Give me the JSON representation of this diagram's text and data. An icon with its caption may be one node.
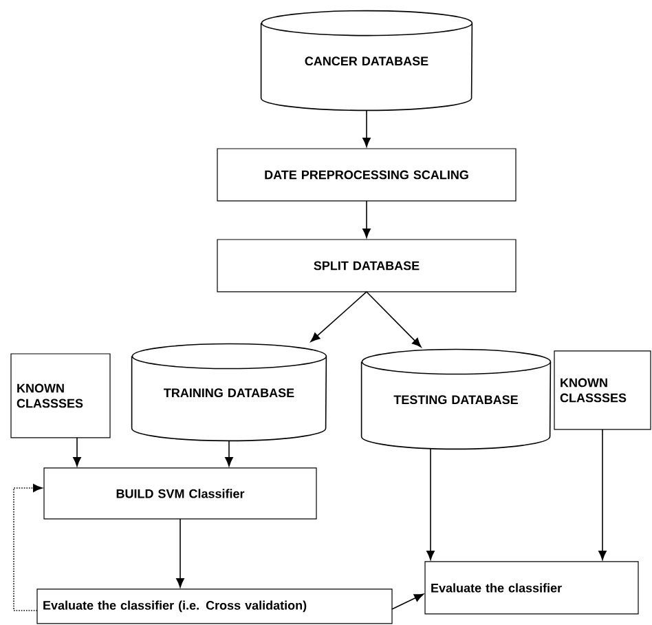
{
  "diagram": {
    "nodes": [
      {
        "text": [
          "CANCER DATABASE"
        ]
      },
      {
        "text": [
          "DATE PREPROCESSING SCALING"
        ]
      },
      {
        "text": [
          "SPLIT DATABASE"
        ]
      },
      {
        "text": [
          "KNOWN CLASSSES"
        ]
      },
      {
        "text": [
          "TRAINING DATABASE"
        ]
      },
      {
        "text": [
          "TESTING DATABASE"
        ]
      },
      {
        "text": [
          "KNOWN CLASSSES"
        ]
      },
      {
        "text": [
          "BUILD SVM Classifier"
        ]
      },
      {
        "text": [
          "Evaluate the classifier (i.e. Cross validation)"
        ]
      },
      {
        "text": [
          "Evaluate the classifier"
        ]
      }
    ],
    "edges": [
      {
        "from": 0,
        "to": 1,
        "arrow": "to"
      },
      {
        "from": 1,
        "to": 2,
        "arrow": "to"
      },
      {
        "from": 2,
        "to": 4,
        "arrow": "to"
      },
      {
        "from": 2,
        "to": 5,
        "arrow": "to"
      },
      {
        "from": 3,
        "to": 7,
        "arrow": "to"
      },
      {
        "from": 4,
        "to": 7,
        "arrow": "to"
      },
      {
        "from": 7,
        "to": 8,
        "arrow": "to"
      },
      {
        "from": 5,
        "to": 9,
        "arrow": "to"
      },
      {
        "from": 6,
        "to": 9,
        "arrow": "to"
      },
      {
        "from": 8,
        "to": 9,
        "arrow": "to"
      },
      {
        "from": 8,
        "to": 7,
        "arrow": "to",
        "style": "dashed"
      }
    ]
  }
}
